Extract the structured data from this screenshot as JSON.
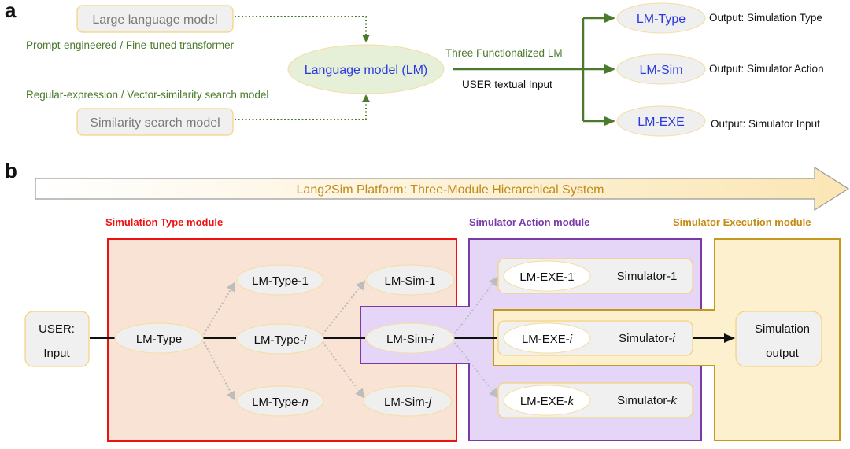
{
  "panel_a": {
    "label": "a",
    "llm_box": "Large language model",
    "llm_caption": "Prompt-engineered / Fine-tuned transformer",
    "sim_box": "Similarity search model",
    "sim_caption": "Regular-expression / Vector-similarity search model",
    "lm_node": "Language model (LM)",
    "branch_label_top": "Three Functionalized LM",
    "branch_label_bottom": "USER textual Input",
    "outputs": [
      {
        "node": "LM-Type",
        "desc": "Output: Simulation Type"
      },
      {
        "node": "LM-Sim",
        "desc": "Output: Simulator Action"
      },
      {
        "node": "LM-EXE",
        "desc": "Output: Simulator Input"
      }
    ]
  },
  "panel_b": {
    "label": "b",
    "banner": "Lang2Sim Platform: Three-Module Hierarchical System",
    "modules": {
      "type": "Simulation Type module",
      "action": "Simulator Action module",
      "execution": "Simulator Execution module"
    },
    "user_input": [
      "USER:",
      "Input"
    ],
    "lm_type": "LM-Type",
    "type_nodes": [
      {
        "prefix": "LM-Type-",
        "suffix": "1",
        "italic": false
      },
      {
        "prefix": "LM-Type-",
        "suffix": "i",
        "italic": true
      },
      {
        "prefix": "LM-Type-",
        "suffix": "n",
        "italic": true
      }
    ],
    "sim_nodes": [
      {
        "prefix": "LM-Sim-",
        "suffix": "1",
        "italic": false
      },
      {
        "prefix": "LM-Sim-",
        "suffix": "i",
        "italic": true
      },
      {
        "prefix": "LM-Sim-",
        "suffix": "j",
        "italic": true
      }
    ],
    "exe_rows": [
      {
        "exe_prefix": "LM-EXE-",
        "exe_suffix": "1",
        "sim_prefix": "Simulator-",
        "sim_suffix": "1",
        "italic": false
      },
      {
        "exe_prefix": "LM-EXE-",
        "exe_suffix": "i",
        "sim_prefix": "Simulator-",
        "sim_suffix": "i",
        "italic": true
      },
      {
        "exe_prefix": "LM-EXE-",
        "exe_suffix": "k",
        "sim_prefix": "Simulator-",
        "sim_suffix": "k",
        "italic": true
      }
    ],
    "output": [
      "Simulation",
      "output"
    ]
  },
  "colors": {
    "green": "#4b7a2c",
    "red": "#ee1111",
    "purple": "#7a3aa8",
    "gold": "#c49a1e",
    "lm_blue": "#2b3ae0"
  }
}
